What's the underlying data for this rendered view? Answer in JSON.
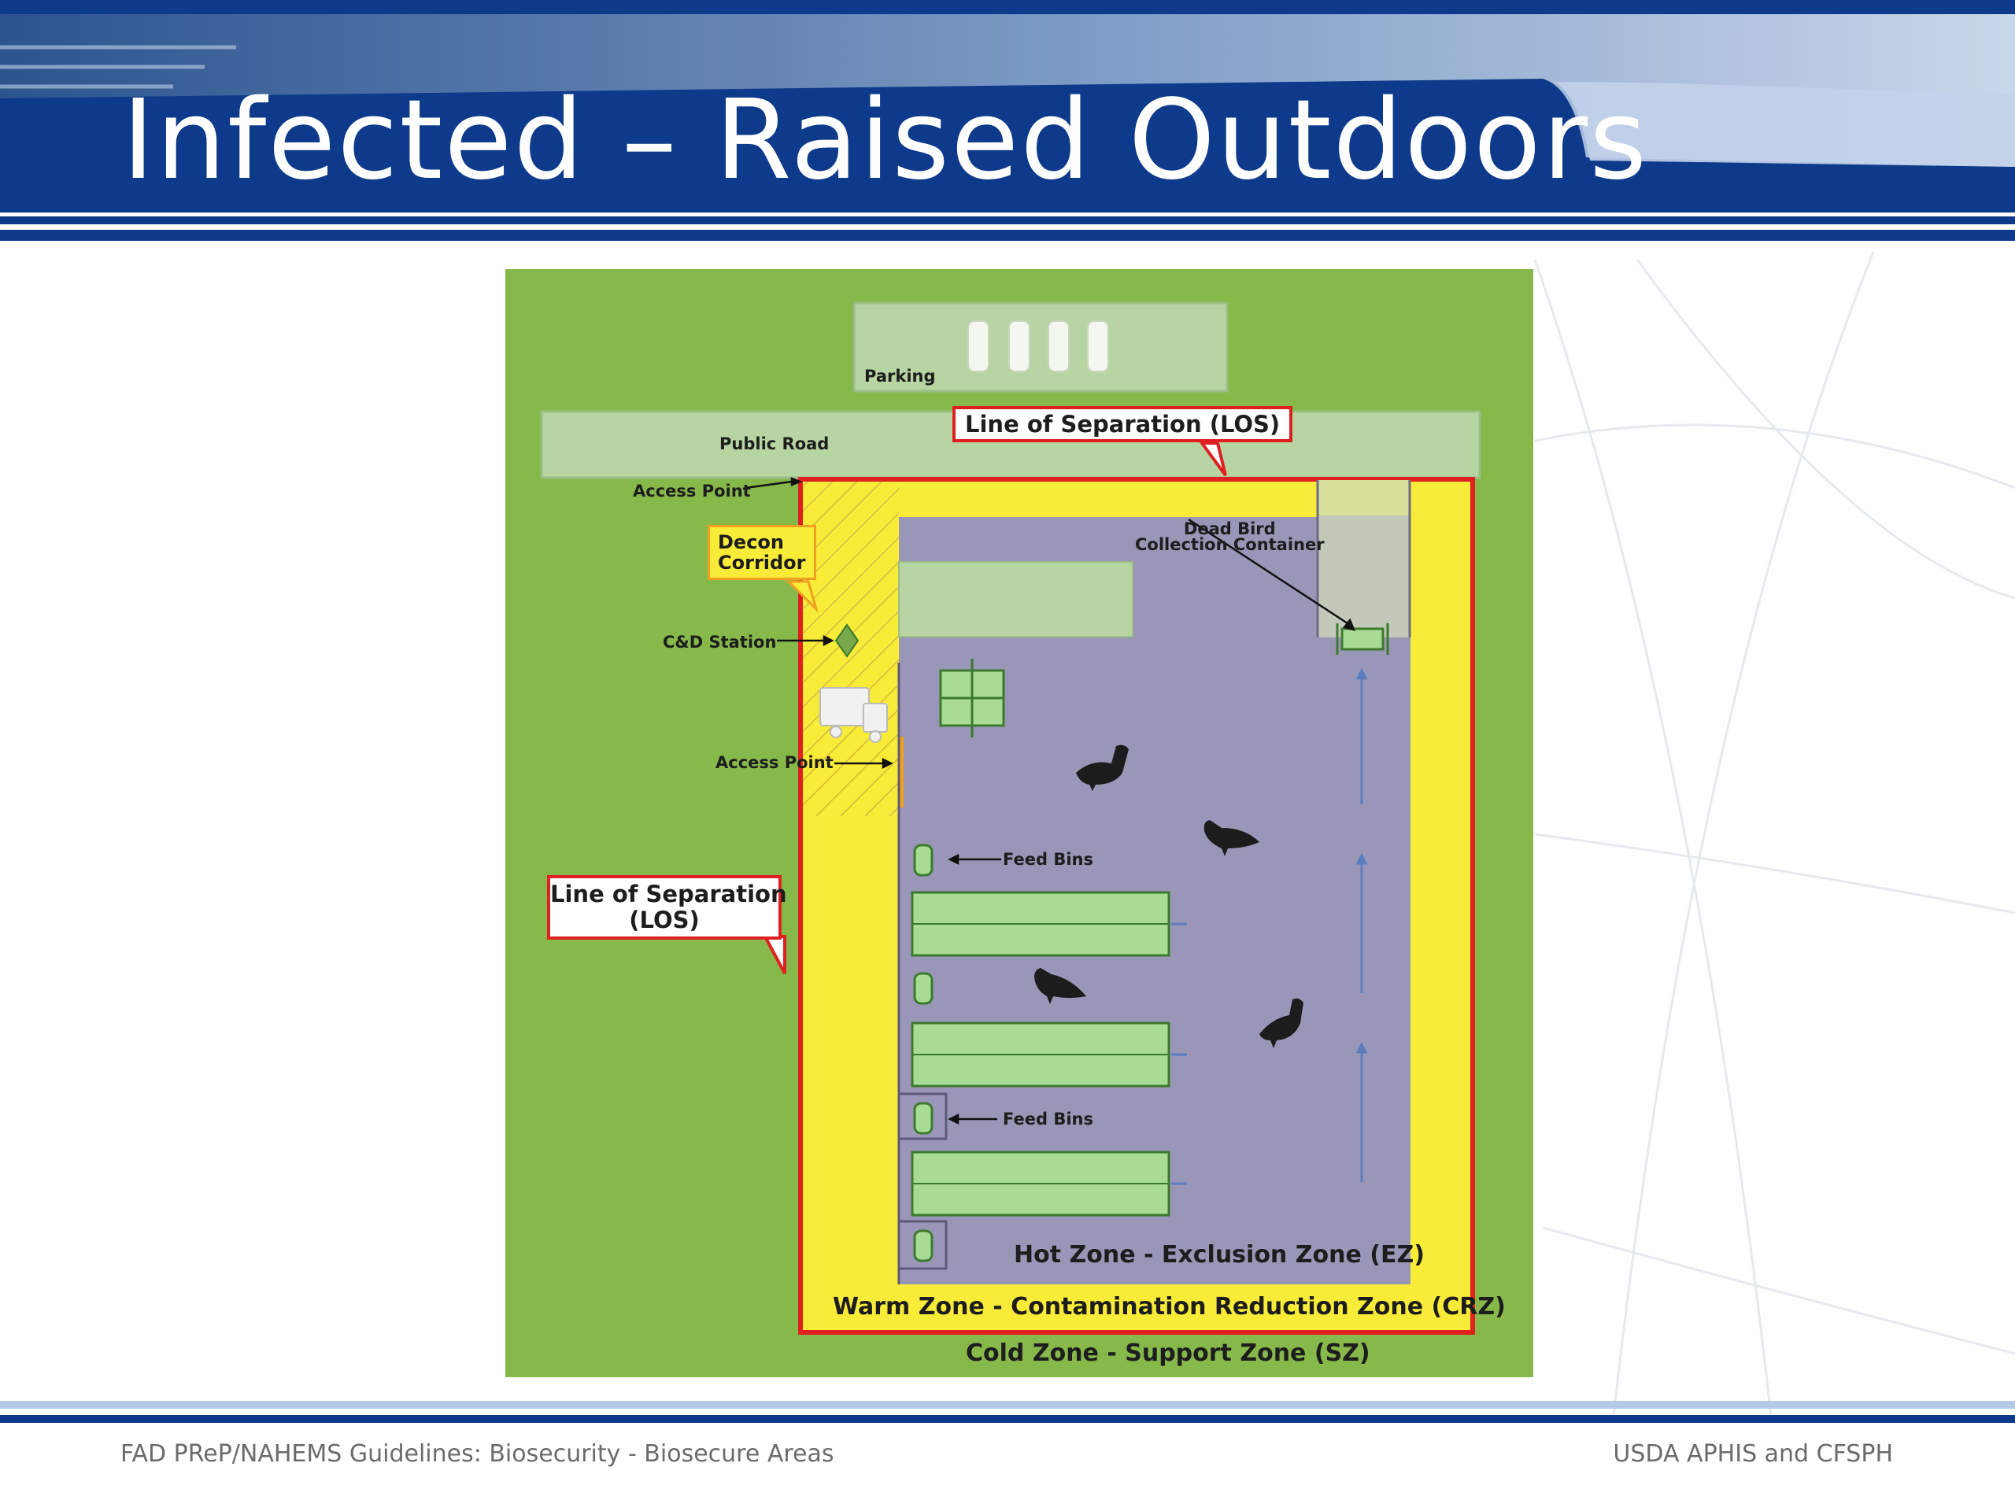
{
  "slide": {
    "title": "Infected – Raised Outdoors"
  },
  "colors": {
    "header_navy": "#0d3a8a",
    "header_light": "#b8c9e6",
    "pasture_green": "#86b84a",
    "warm_zone_yellow": "#f8ec38",
    "hot_zone_purple": "#9a96b8",
    "los_red": "#e02020",
    "structure_green": "#a8dc94"
  },
  "diagram": {
    "parking_label": "Parking",
    "public_road_label": "Public Road",
    "access_point_top": "Access Point",
    "access_point_mid": "Access Point",
    "cd_station_label": "C&D Station",
    "decon_corridor_label": "Decon\nCorridor",
    "los_callout_top": "Line of Separation (LOS)",
    "los_callout_left": "Line of Separation\n(LOS)",
    "dead_bird_label": "Dead Bird\nCollection Container",
    "feed_bins_label_1": "Feed Bins",
    "feed_bins_label_2": "Feed Bins",
    "hot_zone_label": "Hot Zone - Exclusion Zone (EZ)",
    "warm_zone_label": "Warm Zone - Contamination Reduction Zone (CRZ)",
    "cold_zone_label": "Cold Zone - Support Zone (SZ)",
    "icons": [
      "car-icon",
      "truck-icon",
      "bird-icon",
      "feed-bin-icon",
      "arrow-icon"
    ]
  },
  "footer": {
    "left": "FAD PReP/NAHEMS Guidelines: Biosecurity - Biosecure Areas",
    "right": "USDA APHIS and CFSPH"
  }
}
